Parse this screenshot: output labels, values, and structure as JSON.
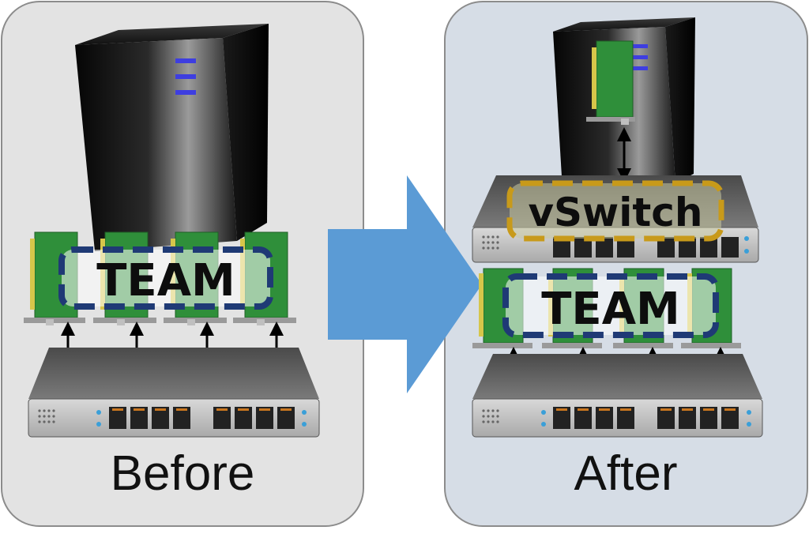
{
  "panels": {
    "before": {
      "caption": "Before",
      "team_label": "TEAM"
    },
    "after": {
      "caption": "After",
      "team_label": "TEAM",
      "vswitch_label": "vSwitch"
    }
  },
  "colors": {
    "before_panel": "#e3e3e3",
    "after_panel": "#d6dde6",
    "arrow": "#5b9bd5",
    "team_border": "#1f3a75",
    "vswitch_border": "#c89a1a",
    "nic_green": "#2f8f3a",
    "switch_body": "#6b6b6b"
  },
  "icons": {
    "server": "server-tower-icon",
    "nic": "network-card-icon",
    "switch": "network-switch-icon"
  }
}
